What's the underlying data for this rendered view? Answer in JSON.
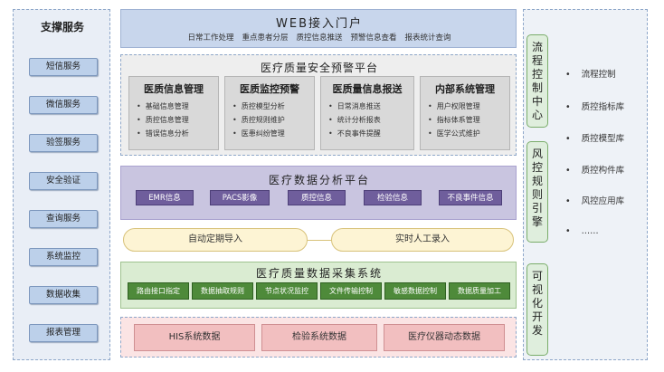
{
  "support": {
    "title": "支撑服务",
    "items": [
      "短信服务",
      "微信服务",
      "验签服务",
      "安全验证",
      "查询服务",
      "系统监控",
      "数据收集",
      "报表管理"
    ]
  },
  "web": {
    "title": "WEB接入门户",
    "items": [
      "日常工作处理",
      "重点患者分层",
      "质控信息推送",
      "预警信息查看",
      "报表统计查询"
    ]
  },
  "warning": {
    "title": "医疗质量安全预警平台",
    "boxes": [
      {
        "title": "医质信息管理",
        "items": [
          "基础信息管理",
          "质控信息管理",
          "错误信息分析"
        ]
      },
      {
        "title": "医质监控预警",
        "items": [
          "质控模型分析",
          "质控规则维护",
          "医患纠纷管理"
        ]
      },
      {
        "title": "医质量信息报送",
        "items": [
          "日常消息推送",
          "统计分析报表",
          "不良事件提醒"
        ]
      },
      {
        "title": "内部系统管理",
        "items": [
          "用户权限管理",
          "指标体系管理",
          "医学公式维护"
        ]
      }
    ]
  },
  "analysis": {
    "title": "医疗数据分析平台",
    "items": [
      "EMR信息",
      "PACS影像",
      "质控信息",
      "检验信息",
      "不良事件信息"
    ]
  },
  "import": {
    "auto": "自动定期导入",
    "manual": "实时人工录入"
  },
  "collection": {
    "title": "医疗质量数据采集系统",
    "items": [
      "路由接口指定",
      "数据抽取规则",
      "节点状况监控",
      "文件传输控制",
      "敏感数据控制",
      "数据质量加工"
    ]
  },
  "sources": {
    "items": [
      "HIS系统数据",
      "检验系统数据",
      "医疗仪器动态数据"
    ]
  },
  "right": {
    "modules": [
      "流程控制中心",
      "风控规则引擎",
      "可视化开发"
    ],
    "items": [
      "流程控制",
      "质控指标库",
      "质控模型库",
      "质控构件库",
      "风控应用库",
      "……"
    ]
  }
}
